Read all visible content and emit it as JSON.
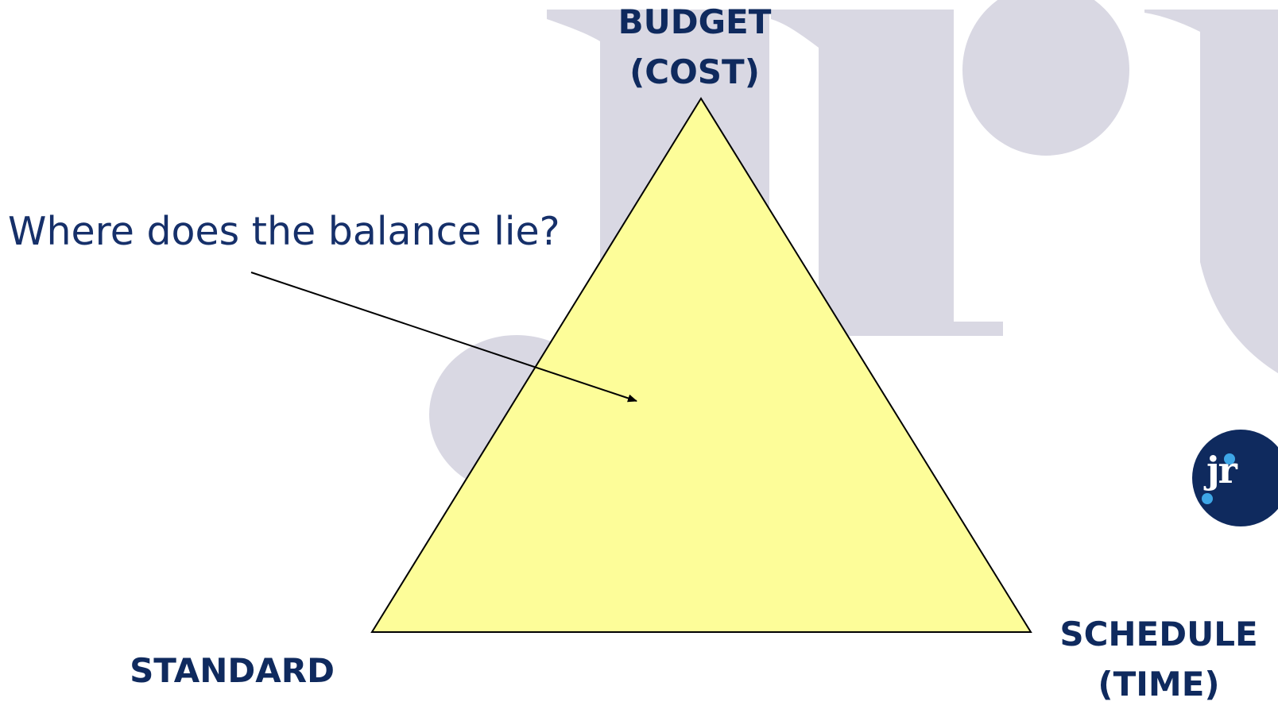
{
  "diagram": {
    "vertices": {
      "top": {
        "line1": "BUDGET",
        "line2": "(COST)"
      },
      "bottom_right": {
        "line1": "SCHEDULE",
        "line2": "(TIME)"
      },
      "bottom_left": {
        "line1": "STANDARD"
      }
    },
    "question": "Where does the balance lie?"
  },
  "watermark": {
    "letters": "jr",
    "color": "#d9d8e3"
  },
  "logo": {
    "text": "jr",
    "background": "#0f2a5e",
    "dot_color": "#3ea6e6"
  },
  "colors": {
    "triangle_fill": "#fdfd99",
    "triangle_stroke": "#000000",
    "label_text": "#0f2a5e",
    "question_text": "#16306a",
    "arrow": "#000000"
  }
}
